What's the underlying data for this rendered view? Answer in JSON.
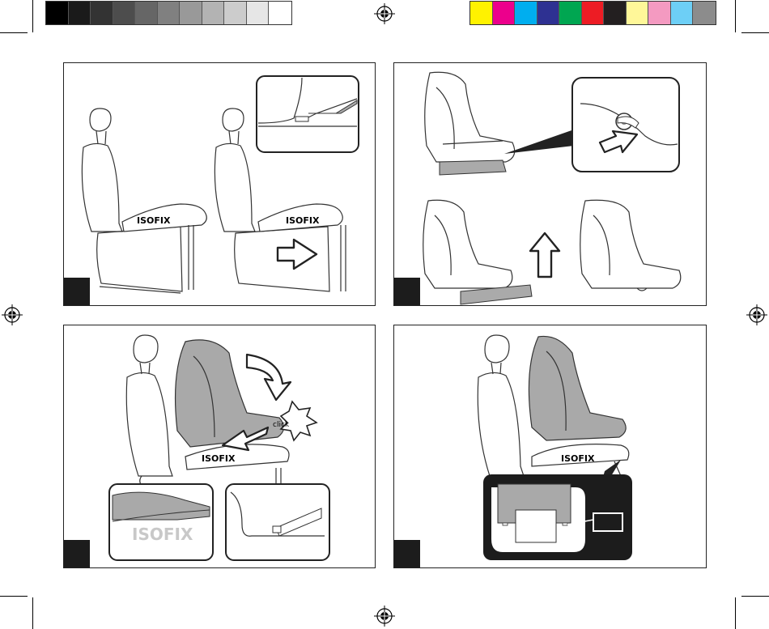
{
  "print_marks": {
    "grayscale_swatches": [
      "#000000",
      "#1a1a1a",
      "#333333",
      "#4d4d4d",
      "#666666",
      "#808080",
      "#999999",
      "#b3b3b3",
      "#cccccc",
      "#e6e6e6",
      "#ffffff"
    ],
    "color_swatches": [
      "#fff200",
      "#ec008c",
      "#00aeef",
      "#2e3192",
      "#00a651",
      "#ed1c24",
      "#231f20",
      "#fff799",
      "#f49ac1",
      "#6dcff6",
      "#8c8c8c"
    ]
  },
  "panels": [
    {
      "step": "",
      "isofix_labels": [
        "ISOFIX",
        "ISOFIX"
      ]
    },
    {
      "step": ""
    },
    {
      "step": "",
      "isofix_labels": [
        "ISOFIX",
        "ISOFIX"
      ],
      "callout": "click"
    },
    {
      "step": "",
      "isofix_labels": [
        "ISOFIX"
      ]
    }
  ],
  "colors": {
    "shade": "#a9a9a9",
    "dark": "#1c1c1c",
    "line": "#333333"
  }
}
